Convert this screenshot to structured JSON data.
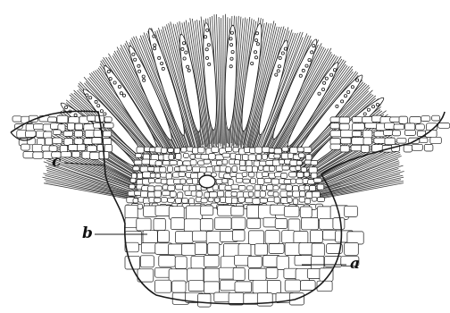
{
  "figure": {
    "labels": {
      "a": "a",
      "b": "b",
      "c": "c"
    },
    "colors": {
      "ink": "#1a1a1a",
      "paper": "#ffffff",
      "hatch": "#3a3a3a"
    }
  }
}
